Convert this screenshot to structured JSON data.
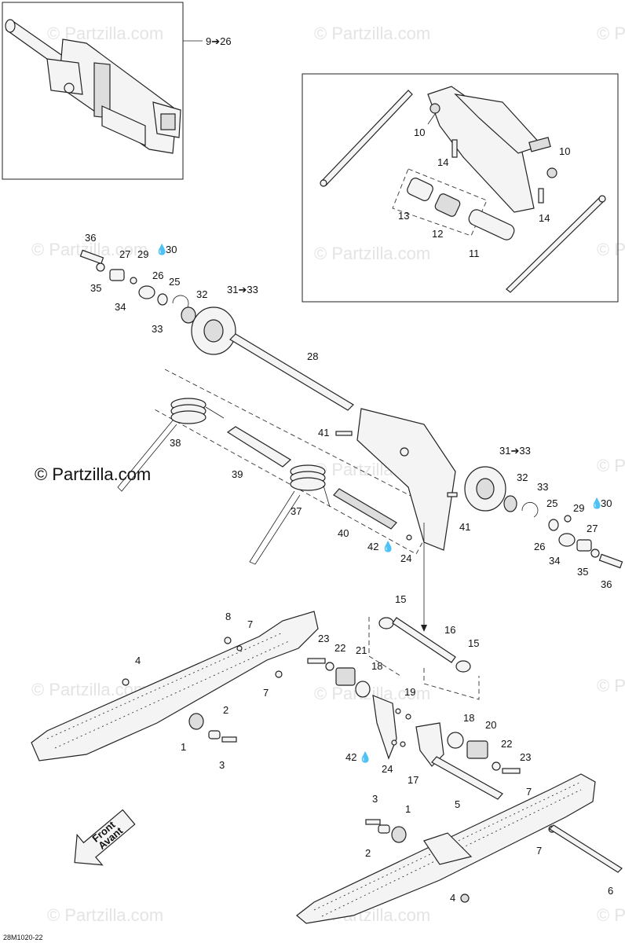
{
  "watermark": "© Partzilla.com",
  "diagram_code": "28M1020-22",
  "direction_label": {
    "line1": "Front",
    "line2": "Avant"
  },
  "callouts": {
    "c_9_26": "9➔26",
    "c10a": "10",
    "c10b": "10",
    "c14a": "14",
    "c14b": "14",
    "c13": "13",
    "c12": "12",
    "c11": "11",
    "c36a": "36",
    "c27a": "27",
    "c29a": "29",
    "c30a": "30",
    "c35a": "35",
    "c26a": "26",
    "c25a": "25",
    "c34a": "34",
    "c32a": "32",
    "c33a": "33",
    "c31_33a": "31➔33",
    "c28": "28",
    "c38": "38",
    "c39": "39",
    "c37": "37",
    "c40": "40",
    "c41a": "41",
    "c41b": "41",
    "c42a": "42",
    "c24a": "24",
    "c31_33b": "31➔33",
    "c32b": "32",
    "c33b": "33",
    "c25b": "25",
    "c29b": "29",
    "c30b": "30",
    "c26b": "26",
    "c27b": "27",
    "c34b": "34",
    "c35b": "35",
    "c36b": "36",
    "c15a": "15",
    "c16": "16",
    "c15b": "15",
    "c8": "8",
    "c7a": "7",
    "c4a": "4",
    "c7b": "7",
    "c23a": "23",
    "c22a": "22",
    "c21": "21",
    "c18a": "18",
    "c19": "19",
    "c2a": "2",
    "c1a": "1",
    "c3a": "3",
    "c18b": "18",
    "c20": "20",
    "c22b": "22",
    "c23b": "23",
    "c42b": "42",
    "c24b": "24",
    "c17": "17",
    "c5": "5",
    "c7c": "7",
    "c3b": "3",
    "c1b": "1",
    "c2b": "2",
    "c7d": "7",
    "c4b": "4",
    "c6": "6"
  }
}
